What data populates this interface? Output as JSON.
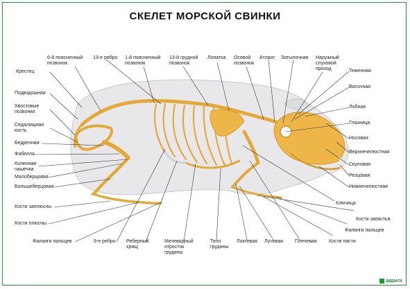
{
  "title": "СКЕЛЕТ МОРСКОЙ СВИНКИ",
  "labels": {
    "krestets": "Крестец",
    "podvzdoshnaya": "Подвздошная",
    "khvostovye": "Хвостовые\nпозвонки",
    "sedalishchnaya": "Седалищная\nкость",
    "bedrennaya": "Бедренная",
    "fabella": "Фабелла",
    "kolennaya": "Коленная\nчашечка",
    "malobertsovaya": "Малоберцовая",
    "bolsheberstsovaya": "Большеберцовая",
    "zaplyusny": "Кости заплюсны",
    "plyusny": "Кости плюсны",
    "falangi_zad": "Фаланги пальцев",
    "rebro9": "9-е ребро",
    "reberny_khryashch": "Реберный\nхрящ",
    "mechevidny": "Мечевидный\nотросток\nгрудины",
    "telo_grudiny": "Тело\nгрудины",
    "loktevaya": "Локтевая",
    "luchevaya": "Лучевая",
    "plechevaya": "Плечевая",
    "pyasti": "Кости пясти",
    "falangi_pered": "Фаланги пальцев",
    "zapyastya": "Кости запястья",
    "klyuchitsa": "Ключица",
    "nizhnechelyustnaya": "Нижнечелюстная",
    "reztsovaya": "Резцовая",
    "skulovaya": "Скуловая",
    "verkhnechelyustnaya": "Верхнечелюстная",
    "nosovaya": "Носовая",
    "glaznitsa": "Глазница",
    "lobnaya": "Лобная",
    "visochnaya": "Височная",
    "temennaya": "Теменная",
    "poyasnichny6": "6-й поясничный\nпозвонок",
    "rebro13": "13-е ребро",
    "poyasnichny1": "1-й поясничный\nпозвонок",
    "grudnoy13": "13-й грудной\nпозвонок",
    "lopatka": "Лопатка",
    "osevoy": "Осевой\nпозвонок",
    "atlant": "Атлант",
    "zatylochnaya": "Затылочная",
    "slukhovoy": "Наружный\nслуховой\nпроход"
  },
  "logo_text": "ДИДАКТА"
}
